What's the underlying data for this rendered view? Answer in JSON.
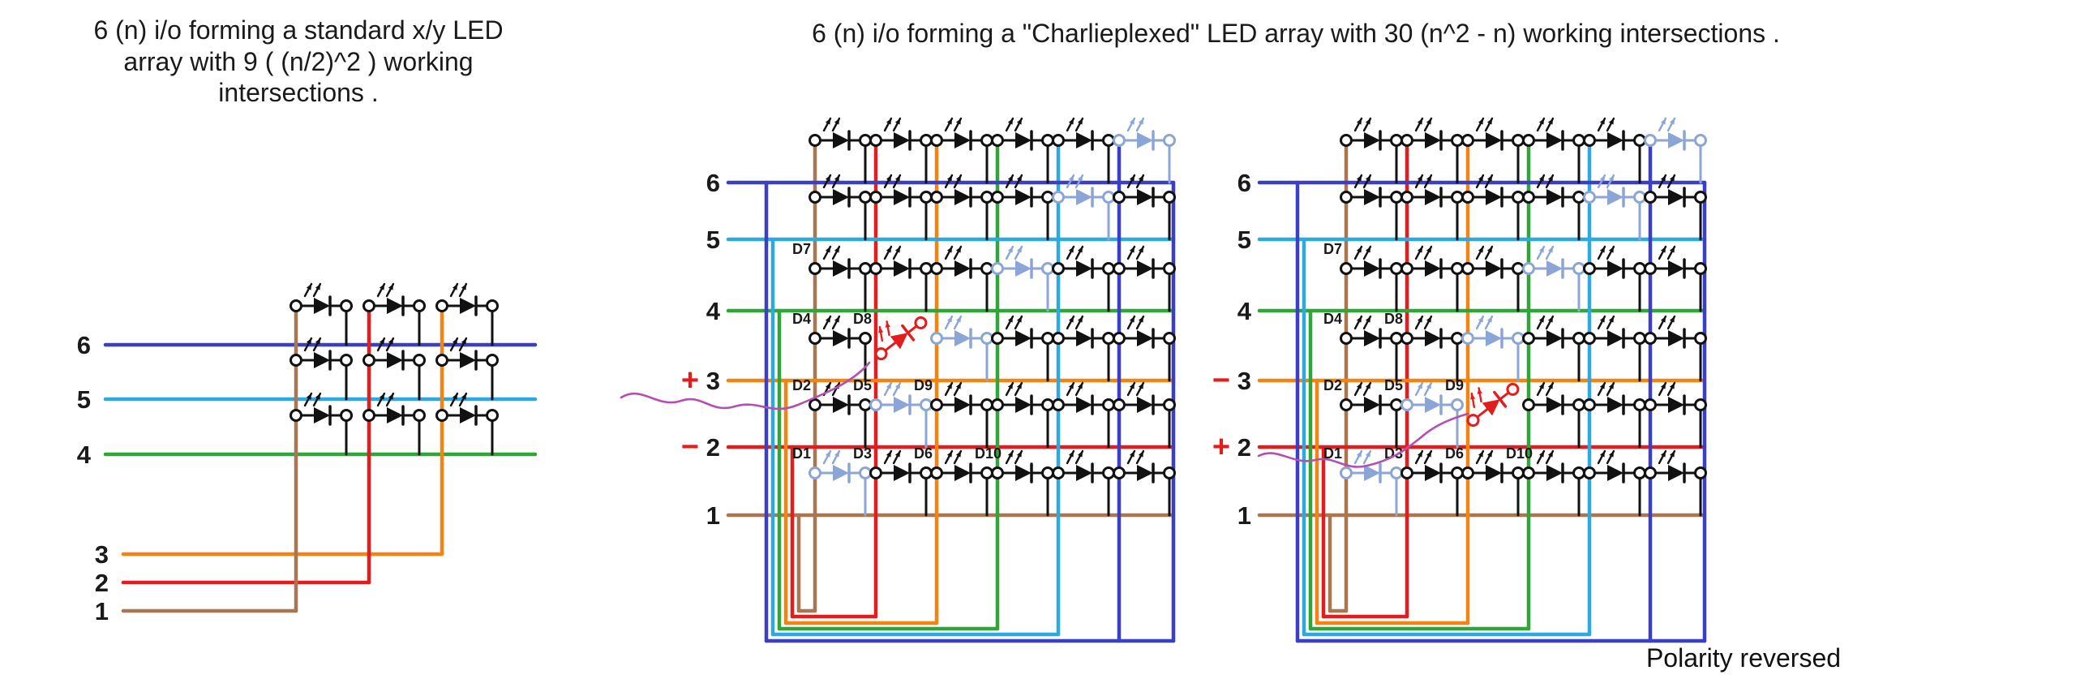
{
  "colors": {
    "lines": {
      "1": "#a9764f",
      "2": "#e31d1d",
      "3": "#f58312",
      "4": "#2fa637",
      "5": "#2da9e1",
      "6": "#3a3fc6"
    },
    "inactive_led": "#8ba6d6",
    "active_led": "#111111",
    "highlight_led": "#e31d1d",
    "annotation": "#b34fb3",
    "polarity": "#e31d1d",
    "text": "#1a1a1a"
  },
  "left_panel": {
    "title_lines": [
      "6 (n)  i/o forming a standard x/y LED",
      "array with 9 ( (n/2)^2 ) working",
      "intersections ."
    ],
    "row_lines": [
      {
        "label": "6",
        "line": 6
      },
      {
        "label": "5",
        "line": 5
      },
      {
        "label": "4",
        "line": 4
      }
    ],
    "col_lines": [
      {
        "label": "3",
        "line": 3
      },
      {
        "label": "2",
        "line": 2
      },
      {
        "label": "1",
        "line": 1
      }
    ]
  },
  "charlieplexed": {
    "title": "6 (n) i/o forming a \"Charlieplexed\"  LED  array with 30 (n^2 - n) working intersections .",
    "line_labels": [
      "6",
      "5",
      "4",
      "3",
      "2",
      "1"
    ],
    "led_labels": [
      {
        "text": "D1",
        "row": 1,
        "col": 1
      },
      {
        "text": "D2",
        "row": 2,
        "col": 1
      },
      {
        "text": "D3",
        "row": 1,
        "col": 2
      },
      {
        "text": "D4",
        "row": 3,
        "col": 1
      },
      {
        "text": "D5",
        "row": 2,
        "col": 2
      },
      {
        "text": "D6",
        "row": 1,
        "col": 3
      },
      {
        "text": "D7",
        "row": 4,
        "col": 1
      },
      {
        "text": "D8",
        "row": 3,
        "col": 2
      },
      {
        "text": "D9",
        "row": 2,
        "col": 3
      },
      {
        "text": "D10",
        "row": 1,
        "col": 4
      }
    ],
    "panels": [
      {
        "name": "charlieplexed-panel",
        "polarity_marks": [
          {
            "line": 3,
            "sign": "+"
          },
          {
            "line": 2,
            "sign": "−"
          }
        ],
        "highlight": {
          "row": 3,
          "col": 2,
          "label": "D8"
        },
        "caption": ""
      },
      {
        "name": "charlieplexed-reversed-panel",
        "polarity_marks": [
          {
            "line": 3,
            "sign": "−"
          },
          {
            "line": 2,
            "sign": "+"
          }
        ],
        "highlight": {
          "row": 2,
          "col": 3,
          "label": "D9"
        },
        "caption": "Polarity reversed"
      }
    ]
  }
}
